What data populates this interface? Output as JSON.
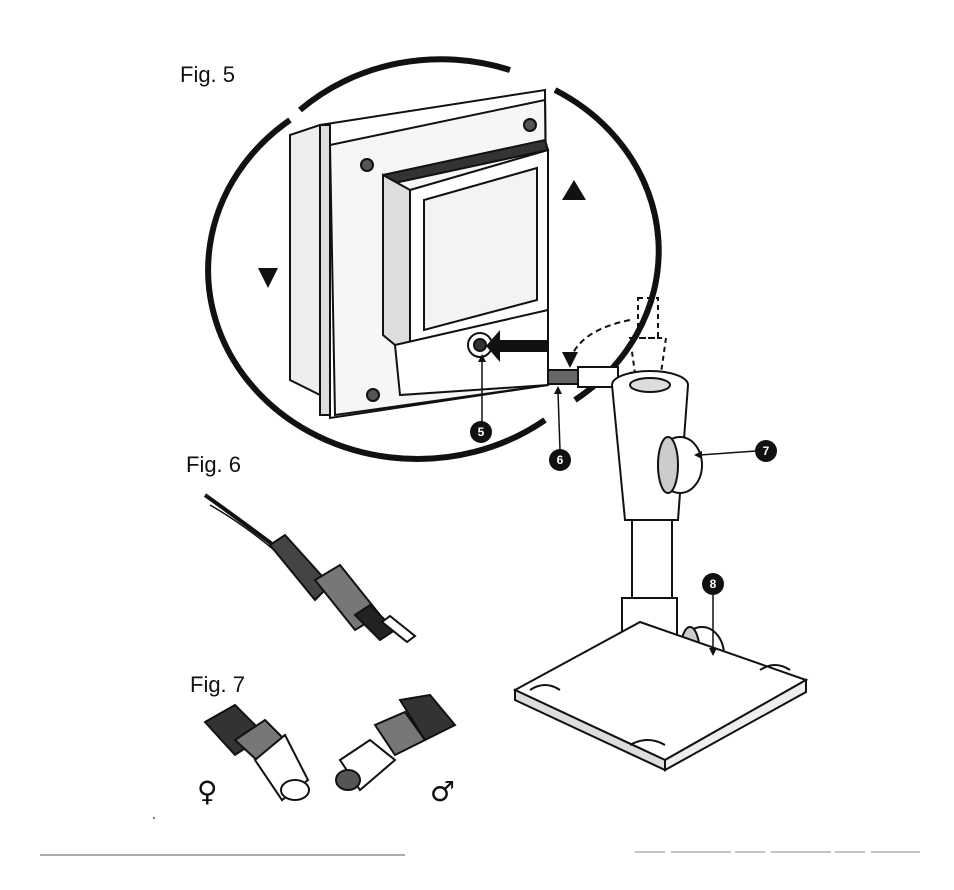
{
  "figures": {
    "fig5": "Fig. 5",
    "fig6": "Fig. 6",
    "fig7": "Fig. 7"
  },
  "callouts": {
    "c5": "5",
    "c6": "6",
    "c7": "7",
    "c8": "8"
  },
  "symbols": {
    "female": "♀",
    "male": "♂"
  }
}
